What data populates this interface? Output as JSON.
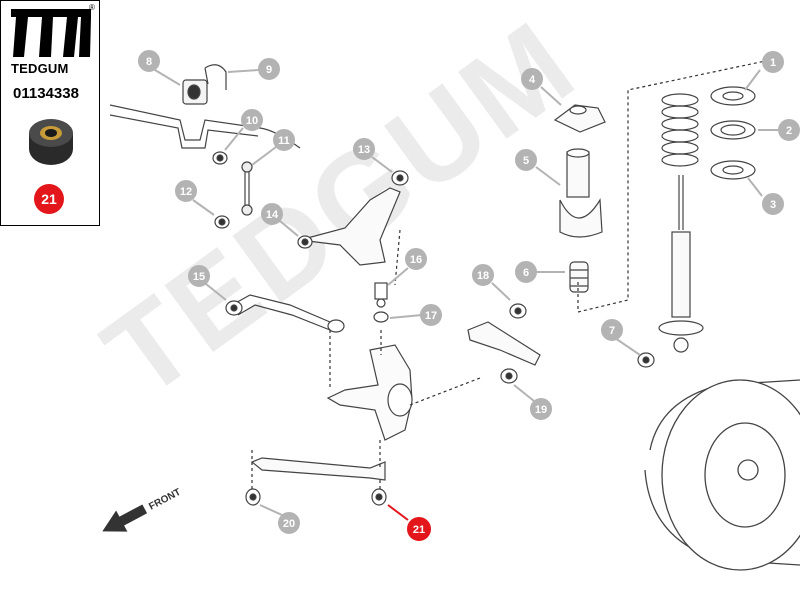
{
  "brand": {
    "name": "TEDGUM",
    "registered": "®"
  },
  "part_number": "01134338",
  "highlighted_callout": "21",
  "watermark": "TEDGUM",
  "front_label": "FRONT",
  "colors": {
    "highlight": "#e3171b",
    "callout": "#b3b3b3",
    "line": "#555555",
    "watermark": "#ebebeb"
  },
  "callouts": [
    "1",
    "2",
    "3",
    "4",
    "5",
    "6",
    "7",
    "8",
    "9",
    "10",
    "11",
    "12",
    "13",
    "14",
    "15",
    "16",
    "17",
    "18",
    "19",
    "20",
    "21"
  ]
}
